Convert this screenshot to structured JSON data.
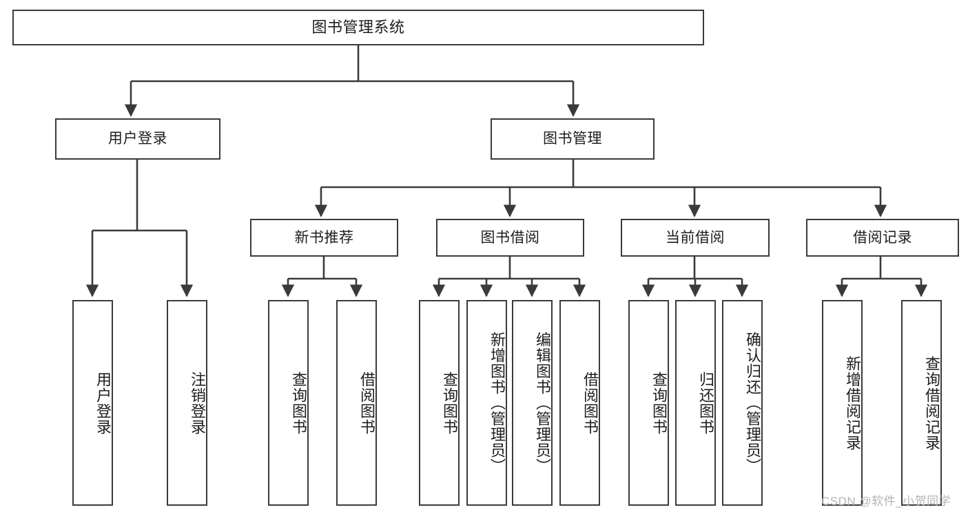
{
  "diagram": {
    "type": "tree-hierarchy-chart",
    "title": "图书管理系统",
    "root": {
      "label": "图书管理系统"
    },
    "level2": [
      {
        "label": "用户登录"
      },
      {
        "label": "图书管理"
      }
    ],
    "level3": [
      {
        "label": "新书推荐"
      },
      {
        "label": "图书借阅"
      },
      {
        "label": "当前借阅"
      },
      {
        "label": "借阅记录"
      }
    ],
    "leaves": {
      "user_login": [
        {
          "label": "用户登录"
        },
        {
          "label": "注销登录"
        }
      ],
      "new_book_recommend": [
        {
          "label": "查询图书"
        },
        {
          "label": "借阅图书"
        }
      ],
      "book_borrow": [
        {
          "label": "查询图书"
        },
        {
          "label": "新增图书（管理员）"
        },
        {
          "label": "编辑图书（管理员）"
        },
        {
          "label": "借阅图书"
        }
      ],
      "current_borrow": [
        {
          "label": "查询图书"
        },
        {
          "label": "归还图书"
        },
        {
          "label": "确认归还（管理员）"
        }
      ],
      "borrow_record": [
        {
          "label": "新增借阅记录"
        },
        {
          "label": "查询借阅记录"
        }
      ]
    }
  },
  "watermark": {
    "text": "CSDN @软件_小贺同学"
  },
  "colors": {
    "stroke": "#3a3a3a",
    "text": "#1d1d1d",
    "background": "#ffffff",
    "watermark": "#b4b4b4"
  }
}
